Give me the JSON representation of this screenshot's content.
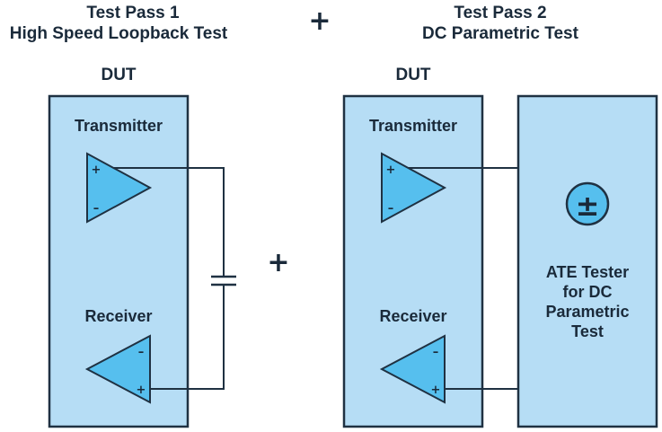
{
  "pass1": {
    "title_line1": "Test Pass 1",
    "title_line2": "High Speed Loopback Test",
    "dut_label": "DUT",
    "transmitter_label": "Transmitter",
    "receiver_label": "Receiver"
  },
  "pass2": {
    "title_line1": "Test Pass 2",
    "title_line2": "DC Parametric Test",
    "dut_label": "DUT",
    "transmitter_label": "Transmitter",
    "receiver_label": "Receiver",
    "ate_label_lines": [
      "ATE Tester",
      "for DC",
      "Parametric",
      "Test"
    ],
    "ate_symbol": "±"
  },
  "plus_sign": "+",
  "amp_plus": "+",
  "amp_minus": "–",
  "colors": {
    "box_fill": "#b6ddf5",
    "amp_fill": "#56bfee",
    "stroke": "#1f3142"
  }
}
